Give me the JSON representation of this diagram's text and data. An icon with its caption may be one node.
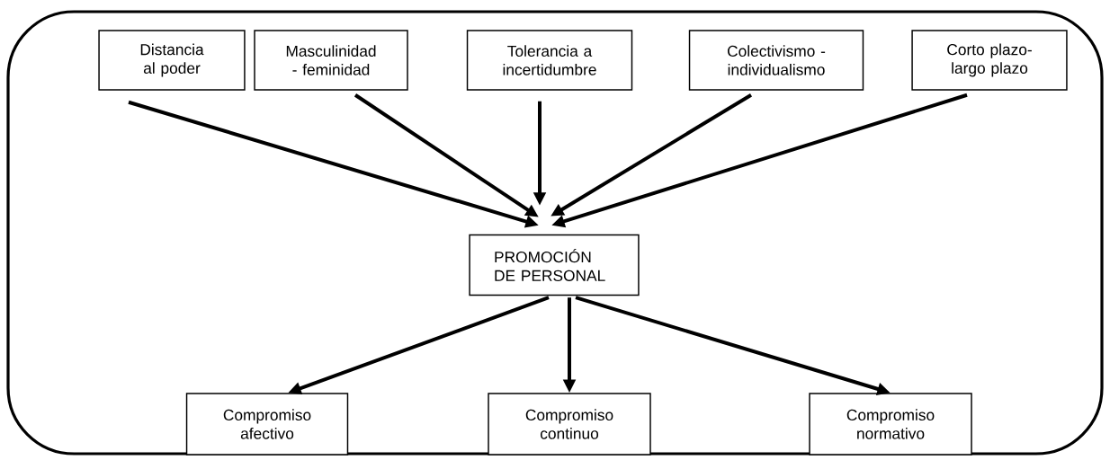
{
  "diagram": {
    "nodes": [
      {
        "text": [
          "Distancia al poder"
        ]
      },
      {
        "text": [
          "Masculinidad - feminidad"
        ]
      },
      {
        "text": [
          "Tolerancia a incertidumbre"
        ]
      },
      {
        "text": [
          "Colectivismo - individualismo"
        ]
      },
      {
        "text": [
          "Corto plazo- largo plazo"
        ]
      },
      {
        "text": [
          "PROMOCIÓN DE PERSONAL"
        ]
      },
      {
        "text": [
          "Compromiso afectivo"
        ]
      },
      {
        "text": [
          "Compromiso continuo"
        ]
      },
      {
        "text": [
          "Compromiso normativo"
        ]
      }
    ],
    "edges": [
      {
        "from": 0,
        "to": 5,
        "arrow": "to"
      },
      {
        "from": 1,
        "to": 5,
        "arrow": "to"
      },
      {
        "from": 2,
        "to": 5,
        "arrow": "to"
      },
      {
        "from": 3,
        "to": 5,
        "arrow": "to"
      },
      {
        "from": 4,
        "to": 5,
        "arrow": "to"
      },
      {
        "from": 5,
        "to": 6,
        "arrow": "to"
      },
      {
        "from": 5,
        "to": 7,
        "arrow": "to"
      },
      {
        "from": 5,
        "to": 8,
        "arrow": "to"
      }
    ]
  }
}
